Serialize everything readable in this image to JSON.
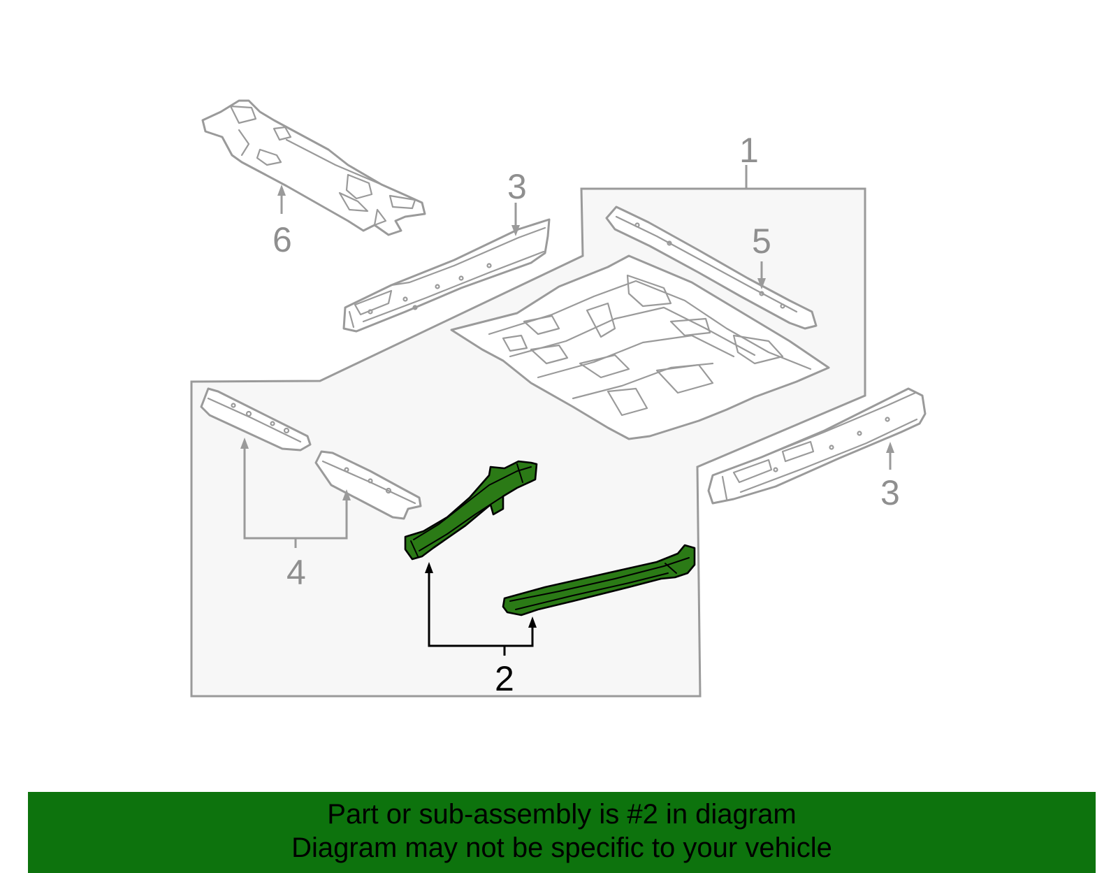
{
  "callouts": {
    "c1": "1",
    "c2": "2",
    "c3_top": "3",
    "c3_right": "3",
    "c4": "4",
    "c5": "5",
    "c6": "6"
  },
  "banner": {
    "line1": "Part or sub-assembly is #2 in diagram",
    "line2": "Diagram may not be specific to your vehicle"
  },
  "colors": {
    "highlight_part": "#2b7a16",
    "banner_bg": "#0d730d",
    "outline_gray": "#9a9a9a",
    "panel_bg": "#f7f7f7"
  }
}
